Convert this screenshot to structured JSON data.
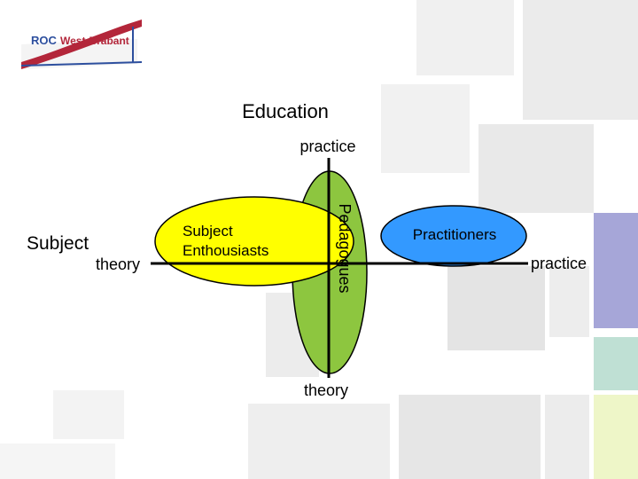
{
  "logo": {
    "text_left": "ROC",
    "text_right": "West-Brabant"
  },
  "title": "Education",
  "axes": {
    "vertical_top": "practice",
    "vertical_bottom": "theory",
    "horizontal_left_top": "Subject",
    "horizontal_left_bottom": "theory",
    "horizontal_right": "practice"
  },
  "groups": {
    "subject_enthusiasts": {
      "line1": "Subject",
      "line2": "Enthousiasts",
      "color": "#ffff00"
    },
    "pedagogues": {
      "label": "Pedagogues",
      "color": "#8dc63f"
    },
    "practitioners": {
      "label": "Practitioners",
      "color": "#3399ff"
    }
  },
  "colors": {
    "accent_red": "#b3263a",
    "accent_blue": "#2d4f9e",
    "tile_grey": "#e6e6e6",
    "tile_purple": "#a6a6d8",
    "tile_teal": "#bfe0d4",
    "tile_lime": "#eef6c8"
  }
}
